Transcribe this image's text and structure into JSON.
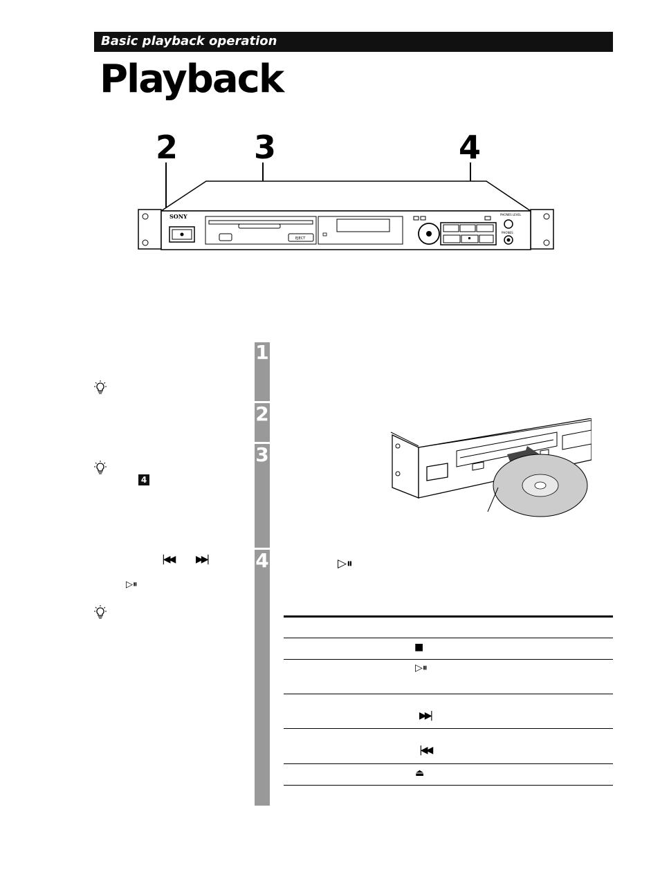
{
  "header": {
    "section_label": "Basic playback operation",
    "title": "Playback"
  },
  "callouts": [
    "2",
    "3",
    "4"
  ],
  "device": {
    "brand": "SONY",
    "eject_label": "EJECT",
    "phones_level_label": "PHONES LEVEL",
    "phones_label": "PHONES"
  },
  "steps": [
    {
      "number": "1"
    },
    {
      "number": "2"
    },
    {
      "number": "3"
    },
    {
      "number": "4"
    }
  ],
  "sidebar": {
    "step_ref": "4"
  },
  "icons": {
    "play_pause": "play-pause-icon",
    "prev": "previous-track-icon",
    "next": "next-track-icon",
    "stop": "stop-icon",
    "eject": "eject-icon",
    "hint": "lightbulb-hint-icon"
  },
  "colors": {
    "header_bg": "#111111",
    "step_bar": "#999999",
    "cd_disc": "#cccccc"
  }
}
